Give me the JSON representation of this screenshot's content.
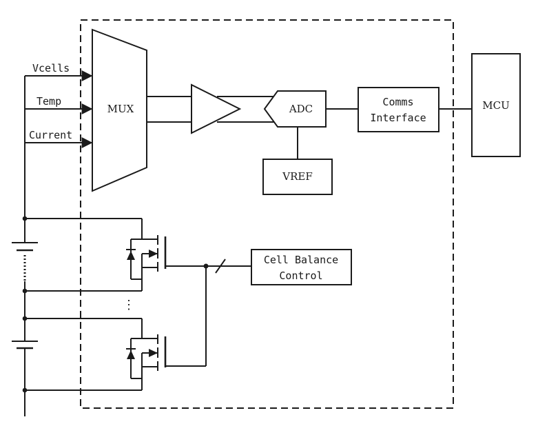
{
  "diagram": {
    "inputs": {
      "vcells": "Vcells",
      "temp": "Temp",
      "current": "Current"
    },
    "blocks": {
      "mux": "MUX",
      "adc": "ADC",
      "vref": "VREF",
      "comms_line1": "Comms",
      "comms_line2": "Interface",
      "mcu": "MCU",
      "cell_balance_line1": "Cell Balance",
      "cell_balance_line2": "Control"
    },
    "ellipsis": "⋮"
  }
}
